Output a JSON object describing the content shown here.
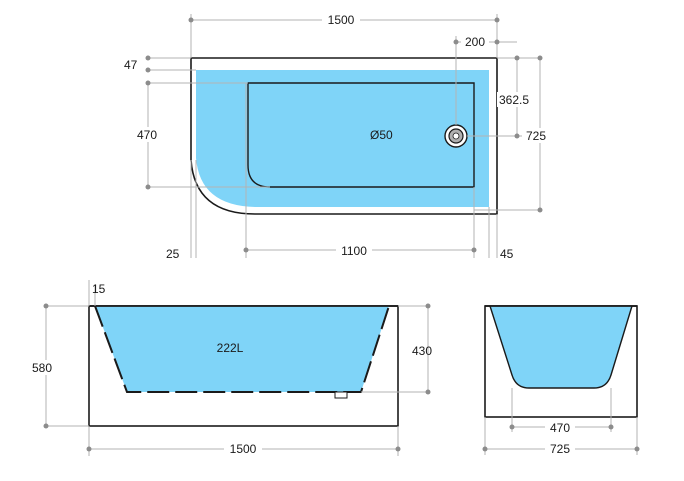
{
  "top_view": {
    "overall_length": "1500",
    "waste_offset": "200",
    "rim_top": "47",
    "waste_from_top": "362.5",
    "inner_width": "470",
    "waste_diameter": "Ø50",
    "overall_width": "725",
    "rim_left": "25",
    "inner_length": "1100",
    "rim_right": "45"
  },
  "front_view": {
    "rim": "15",
    "height": "580",
    "capacity": "222L",
    "depth": "430",
    "length": "1500"
  },
  "side_view": {
    "inner_width": "470",
    "outer_width": "725"
  },
  "colors": {
    "water": "#7fd4f8",
    "outline": "#1a1a1a",
    "dimension": "#b3b3b3"
  }
}
